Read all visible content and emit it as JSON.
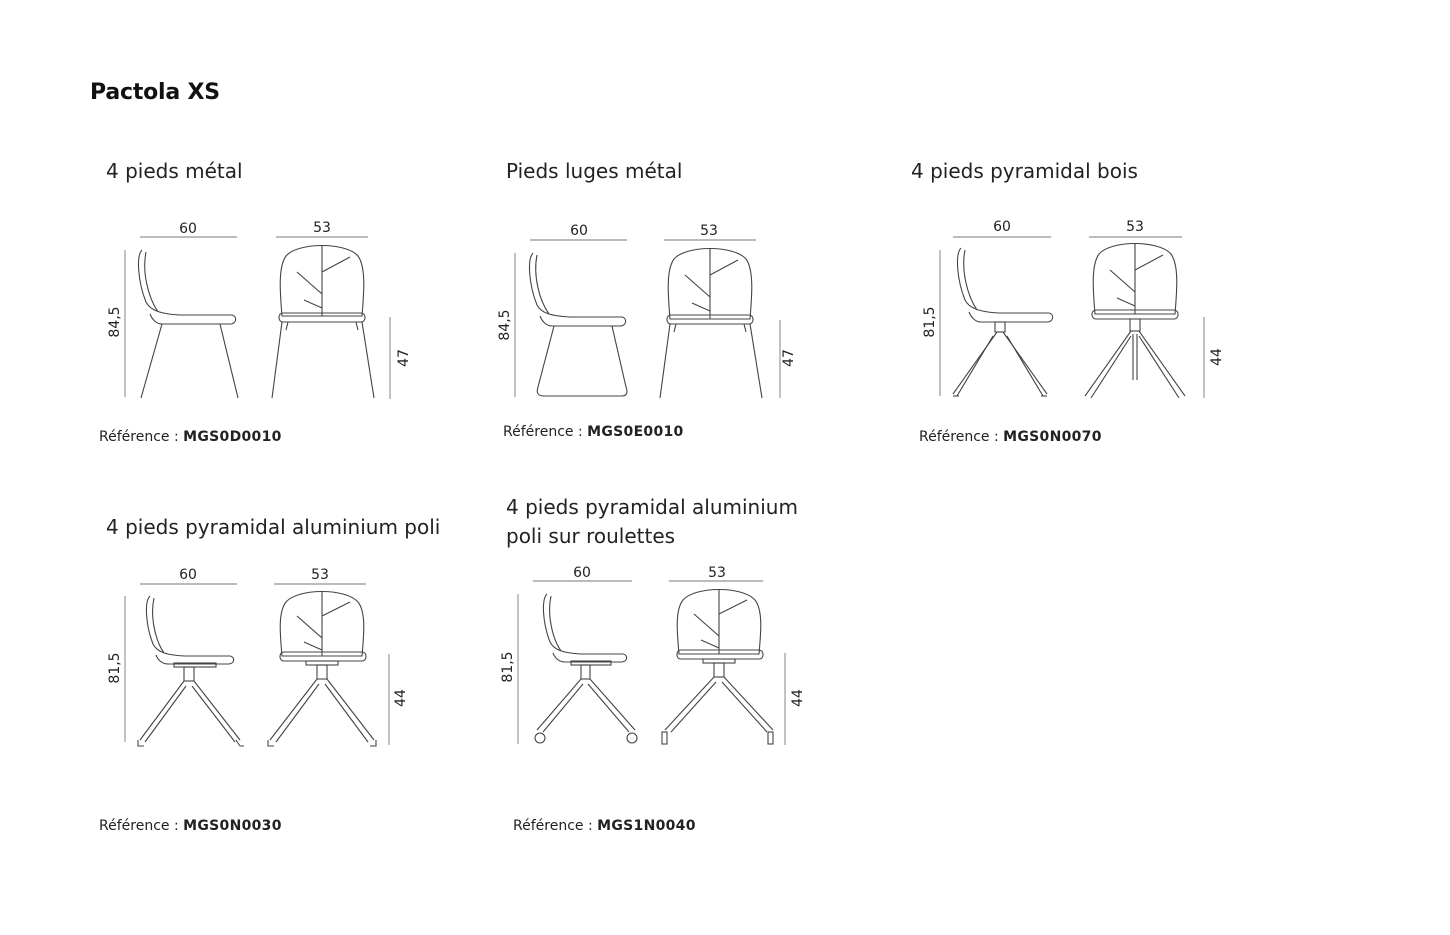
{
  "page": {
    "title": "Pactola XS"
  },
  "variants": [
    {
      "title_lines": [
        "4 pieds métal"
      ],
      "reference_label": "Référence :",
      "reference_code": "MGS0D0010",
      "width": "60",
      "depth": "53",
      "height": "84,5",
      "seat_height": "47",
      "base": "four-leg"
    },
    {
      "title_lines": [
        "Pieds luges métal"
      ],
      "reference_label": "Référence :",
      "reference_code": "MGS0E0010",
      "width": "60",
      "depth": "53",
      "height": "84,5",
      "seat_height": "47",
      "base": "sled"
    },
    {
      "title_lines": [
        "4 pieds pyramidal bois"
      ],
      "reference_label": "Référence :",
      "reference_code": "MGS0N0070",
      "width": "60",
      "depth": "53",
      "height": "81,5",
      "seat_height": "44",
      "base": "pyramid-wood"
    },
    {
      "title_lines": [
        "4 pieds pyramidal aluminium poli"
      ],
      "reference_label": "Référence :",
      "reference_code": "MGS0N0030",
      "width": "60",
      "depth": "53",
      "height": "81,5",
      "seat_height": "44",
      "base": "pyramid-alu"
    },
    {
      "title_lines": [
        "4 pieds pyramidal aluminium",
        "poli sur roulettes"
      ],
      "reference_label": "Référence :",
      "reference_code": "MGS1N0040",
      "width": "60",
      "depth": "53",
      "height": "81,5",
      "seat_height": "44",
      "base": "pyramid-casters"
    }
  ]
}
